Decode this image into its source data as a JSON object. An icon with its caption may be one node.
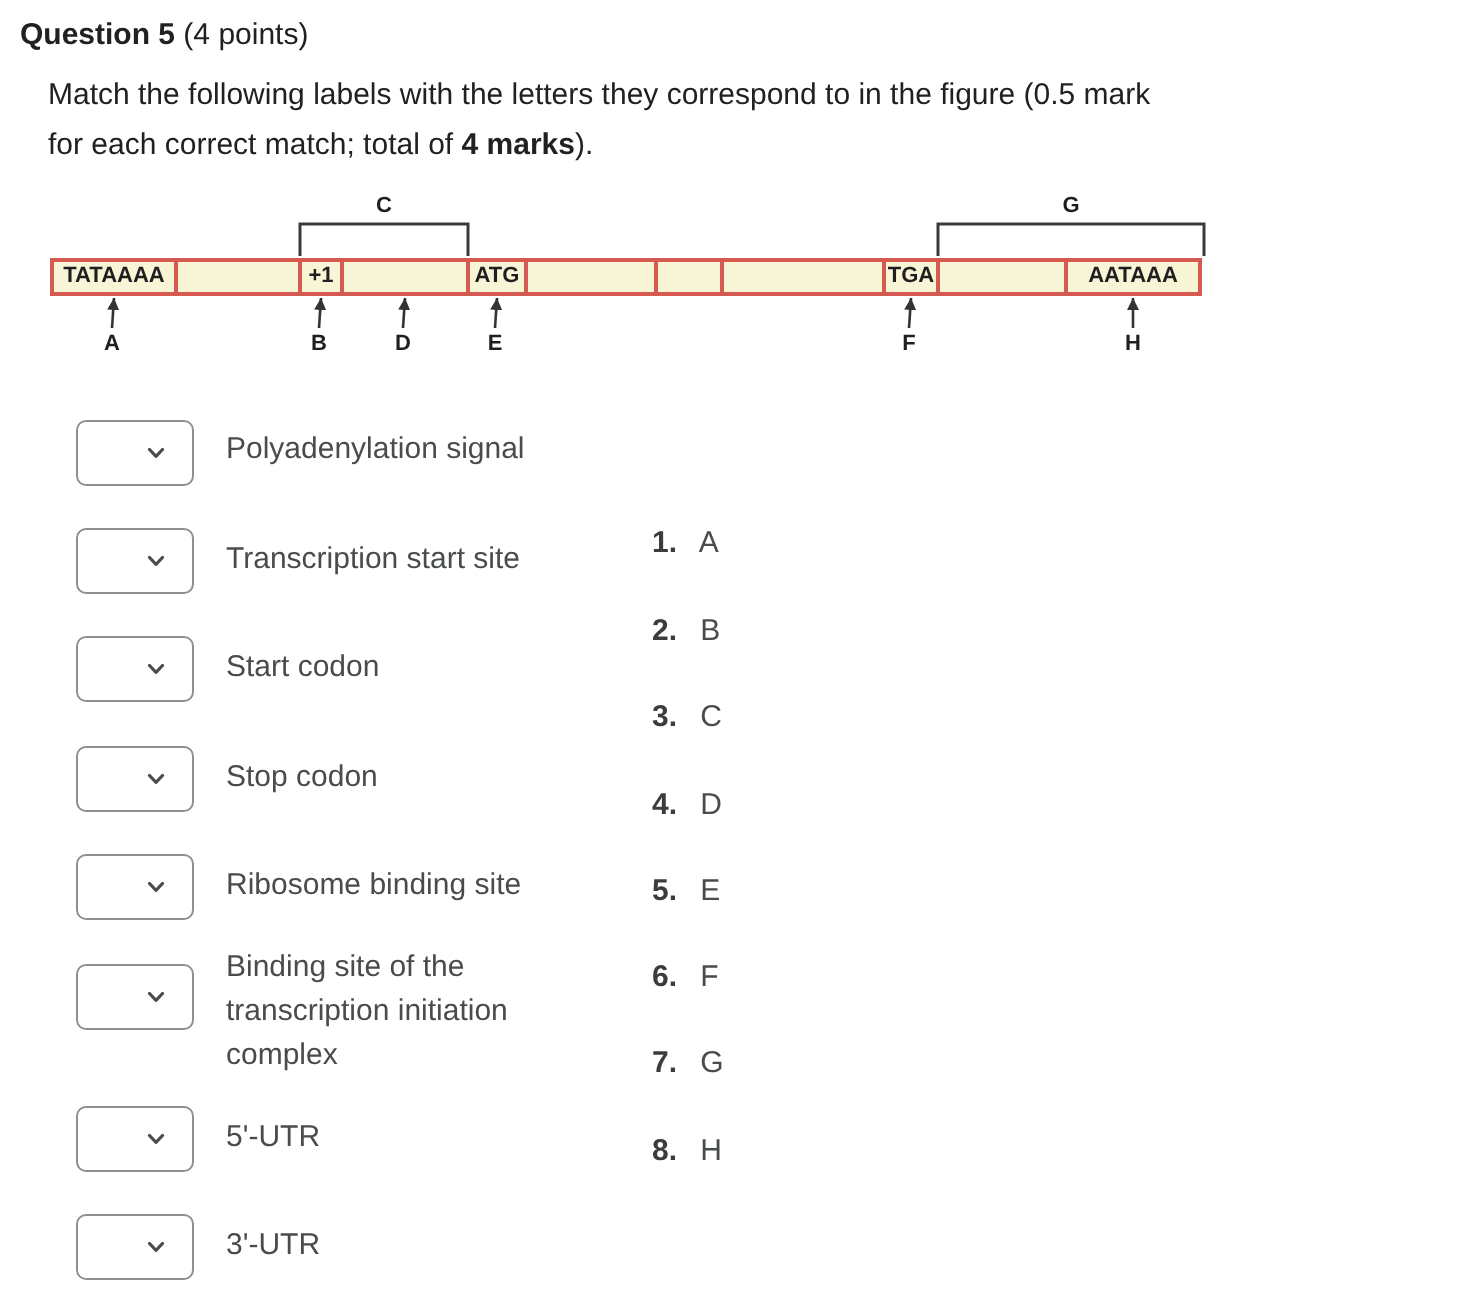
{
  "diagram": {
    "title": "**Question 5** (4 points)",
    "nodes": [
      {
        "text": [
          "TATAAAA"
        ]
      },
      {
        "text": [],
        "shape": "box"
      },
      {
        "text": [
          "+1"
        ]
      },
      {
        "text": [],
        "shape": "box"
      },
      {
        "text": [
          "ATG"
        ]
      },
      {
        "text": [],
        "shape": "box"
      },
      {
        "text": [],
        "shape": "box"
      },
      {
        "text": [],
        "shape": "box"
      },
      {
        "text": [
          "TGA"
        ]
      },
      {
        "text": [],
        "shape": "box"
      },
      {
        "text": [
          "AATAAA"
        ]
      },
      {
        "text": [
          "A"
        ]
      },
      {
        "text": [
          "B"
        ]
      },
      {
        "text": [
          "D"
        ]
      },
      {
        "text": [
          "E"
        ]
      },
      {
        "text": [
          "F"
        ]
      },
      {
        "text": [
          "H"
        ]
      }
    ],
    "edges": [
      {
        "from": 11,
        "to": 0,
        "arrow": "to"
      },
      {
        "from": 12,
        "to": 2,
        "arrow": "to"
      },
      {
        "from": 13,
        "to": 3,
        "arrow": "to"
      },
      {
        "from": 14,
        "to": 4,
        "arrow": "to"
      },
      {
        "from": 15,
        "to": 8,
        "arrow": "to"
      },
      {
        "from": 16,
        "to": 10,
        "arrow": "to"
      }
    ],
    "labels": [
      "Match the following labels with the letters they correspond to in the figure (0.5 mark for each correct match; total of **4 marks**).",
      "C",
      "G",
      "Polyadenylation signal",
      "Transcription start site",
      "Start codon",
      "Stop codon",
      "Ribosome binding site",
      "Binding site of the transcription initiation complex",
      "5'-UTR",
      "3'-UTR",
      "**1.** A",
      "**2.** B",
      "**3.** C",
      "**4.** D",
      "**5.** E",
      "**6.** F",
      "**7.** G",
      "**8.** H"
    ]
  }
}
